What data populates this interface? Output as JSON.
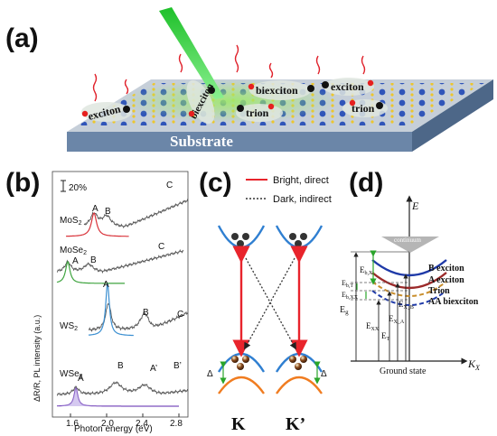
{
  "panels": {
    "a": "(a)",
    "b": "(b)",
    "c": "(c)",
    "d": "(d)"
  },
  "panel_a": {
    "substrate": "Substrate",
    "labels": {
      "exciton": "exciton",
      "biexciton_vertical": "biexciton",
      "biexciton": "biexciton",
      "trion_left": "trion",
      "trion_right": "trion",
      "exciton_right": "exciton"
    }
  },
  "panel_b": {
    "scale_bar": "20%",
    "ylabel": "ΔR/R, PL intensity (a.u.)",
    "xlabel": "Photon energy (eV)",
    "materials": [
      "MoS2",
      "MoSe2",
      "WS2",
      "WSe2"
    ],
    "peaks": {
      "mos2_a": "A",
      "mos2_b": "B",
      "mos2_c": "C",
      "mose2_a": "A",
      "mose2_b": "B",
      "mose2_c": "C",
      "ws2_a": "A",
      "ws2_b": "B",
      "ws2_c": "C",
      "wse2_a": "A",
      "wse2_b": "B",
      "wse2_ap": "A’",
      "wse2_bp": "B’"
    },
    "ticks": [
      "1.6",
      "2.0",
      "2.4",
      "2.8"
    ]
  },
  "panel_c": {
    "legend_bright": "Bright, direct",
    "legend_dark": "Dark, indirect",
    "valley_k": "K",
    "valley_kp": "K’",
    "delta_left": "Δ",
    "delta_right": "Δ"
  },
  "panel_d": {
    "y_axis": "E",
    "x_axis": "K",
    "x_axis_sub": "X",
    "continuum": "continuum",
    "b_exciton": "B exciton",
    "a_exciton": "A exciton",
    "trion": "Trion",
    "aa_biexciton": "AA biexciton",
    "ground_state": "Ground state",
    "eg": "E",
    "eg_sub": "g",
    "ebx": "E",
    "ebx_sub": "b,X",
    "ebt": "E",
    "ebt_sub": "b,T",
    "ebxx": "E",
    "ebxx_sub": "b,XX",
    "exx": "E",
    "exx_sub": "XX",
    "et": "E",
    "et_sub": "T",
    "exa": "E",
    "exa_sub": "X_A",
    "exb": "E",
    "exb_sub": "X_B"
  },
  "colors": {
    "bright": "#e8242c",
    "conduction": "#2f7fd1",
    "valence": "#f07c20",
    "mos2": "#d9343b",
    "mose2": "#3fa43f",
    "ws2": "#3b8fd1",
    "wse2": "#7b4fbd",
    "laser": "#22c22a"
  }
}
